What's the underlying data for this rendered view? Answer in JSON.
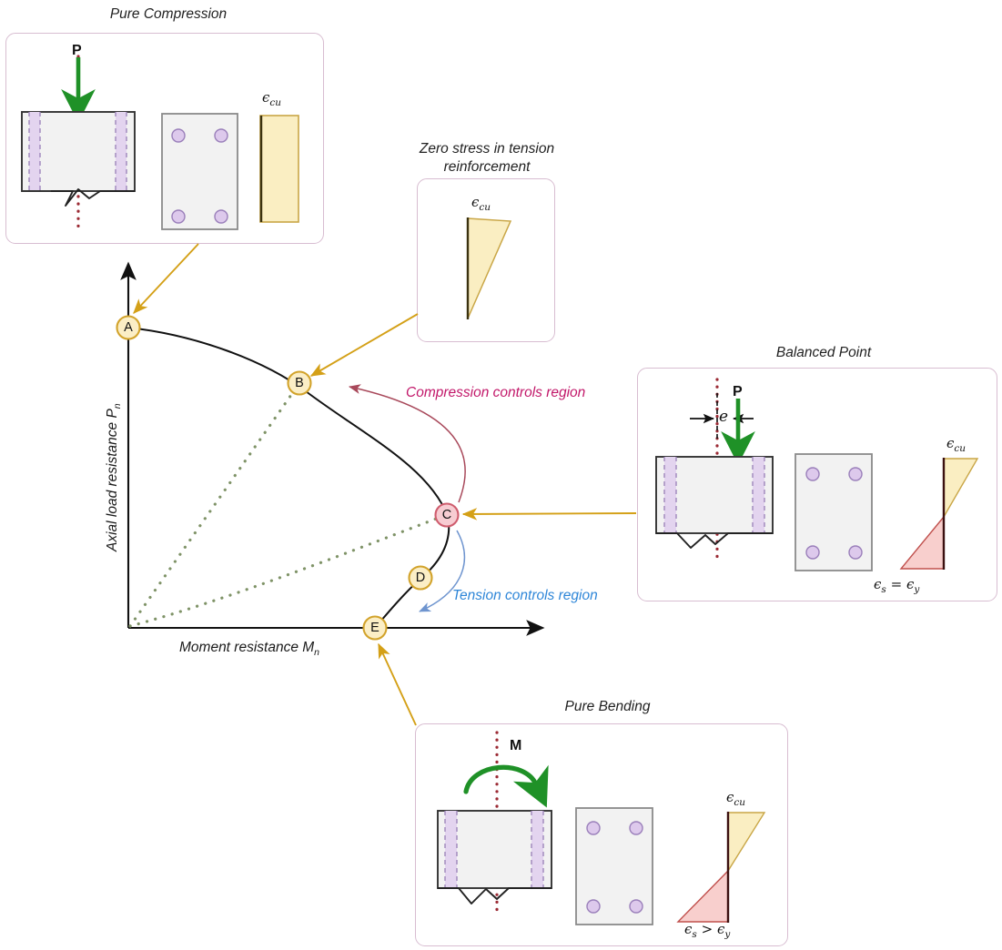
{
  "figure": {
    "type": "diagram",
    "subject": "Column axial load - moment interaction diagram (P-M interaction curve)"
  },
  "chart": {
    "x_axis_label_text": "Moment resistance M",
    "x_axis_label_sub": "n",
    "y_axis_label_text": "Axial load resistance P",
    "y_axis_label_sub": "n",
    "curve_points": [
      {
        "id": "A",
        "label": "A",
        "x": 0,
        "y": 1.0,
        "desc": "Pure compression"
      },
      {
        "id": "B",
        "label": "B",
        "x": 0.405,
        "y": 0.815,
        "desc": "Zero stress in tension reinforcement"
      },
      {
        "id": "C",
        "label": "C",
        "x": 0.755,
        "y": 0.302,
        "desc": "Balanced point"
      },
      {
        "id": "D",
        "label": "D",
        "x": 0.692,
        "y": 0.134,
        "desc": "Tension controls"
      },
      {
        "id": "E",
        "label": "E",
        "x": 0.584,
        "y": 0.0,
        "desc": "Pure bending"
      }
    ],
    "regions": [
      {
        "id": "compression",
        "label": "Compression controls region",
        "color": "#c2186a"
      },
      {
        "id": "tension",
        "label": "Tension controls region",
        "color": "#2e86d8"
      }
    ],
    "radial_lines_count": 2,
    "radial_line_color": "#7f9367",
    "curve_color": "#111111",
    "axis_color": "#111111",
    "marker_fill_default": "#fbeec6",
    "marker_stroke_default": "#d2a32b",
    "marker_fill_balanced": "#f7ccd2",
    "marker_stroke_balanced": "#cf5d6e"
  },
  "panels": {
    "pure_compression": {
      "title": "Pure Compression",
      "force_label": "P",
      "strain_label": "ϵcu",
      "strain_label_main": "ϵ",
      "strain_label_sub": "cu",
      "strain_shape": "rectangle"
    },
    "zero_stress": {
      "title": "Zero stress in tension\nreinforcement",
      "title_line1": "Zero stress in tension",
      "title_line2": "reinforcement",
      "strain_label_main": "ϵ",
      "strain_label_sub": "cu",
      "strain_shape": "triangle-compression-only"
    },
    "balanced_point": {
      "title": "Balanced Point",
      "force_label": "P",
      "eccentricity_label": "e",
      "strain_top_main": "ϵ",
      "strain_top_sub": "cu",
      "strain_bottom_text": "ϵs = ϵy",
      "strain_bottom_main1": "ϵ",
      "strain_bottom_sub1": "s",
      "strain_bottom_op": "=",
      "strain_bottom_main2": "ϵ",
      "strain_bottom_sub2": "y",
      "strain_shape": "bi-triangle-balanced"
    },
    "pure_bending": {
      "title": "Pure Bending",
      "moment_label": "M",
      "strain_top_main": "ϵ",
      "strain_top_sub": "cu",
      "strain_bottom_main1": "ϵ",
      "strain_bottom_sub1": "s",
      "strain_bottom_op": ">",
      "strain_bottom_main2": "ϵ",
      "strain_bottom_sub2": "y",
      "strain_shape": "bi-triangle-tension"
    }
  },
  "colors": {
    "panel_border": "#d8bdd1",
    "concrete_fill": "#f2f2f2",
    "concrete_stroke": "#333333",
    "rebar_band_fill": "#e3d4ef",
    "rebar_band_dash": "#9e86bb",
    "rebar_circle_fill": "#ddc9ec",
    "rebar_circle_stroke": "#9a7fba",
    "centerline": "#9b2a34",
    "force_arrow": "#1f9127",
    "strain_compression_fill": "#faeec2",
    "strain_compression_stroke": "#c9a646",
    "strain_tension_fill": "#f8cfcd",
    "strain_tension_stroke": "#c0504d",
    "callout_arrow": "#d4a017",
    "section_stroke": "#8a8a8a"
  }
}
